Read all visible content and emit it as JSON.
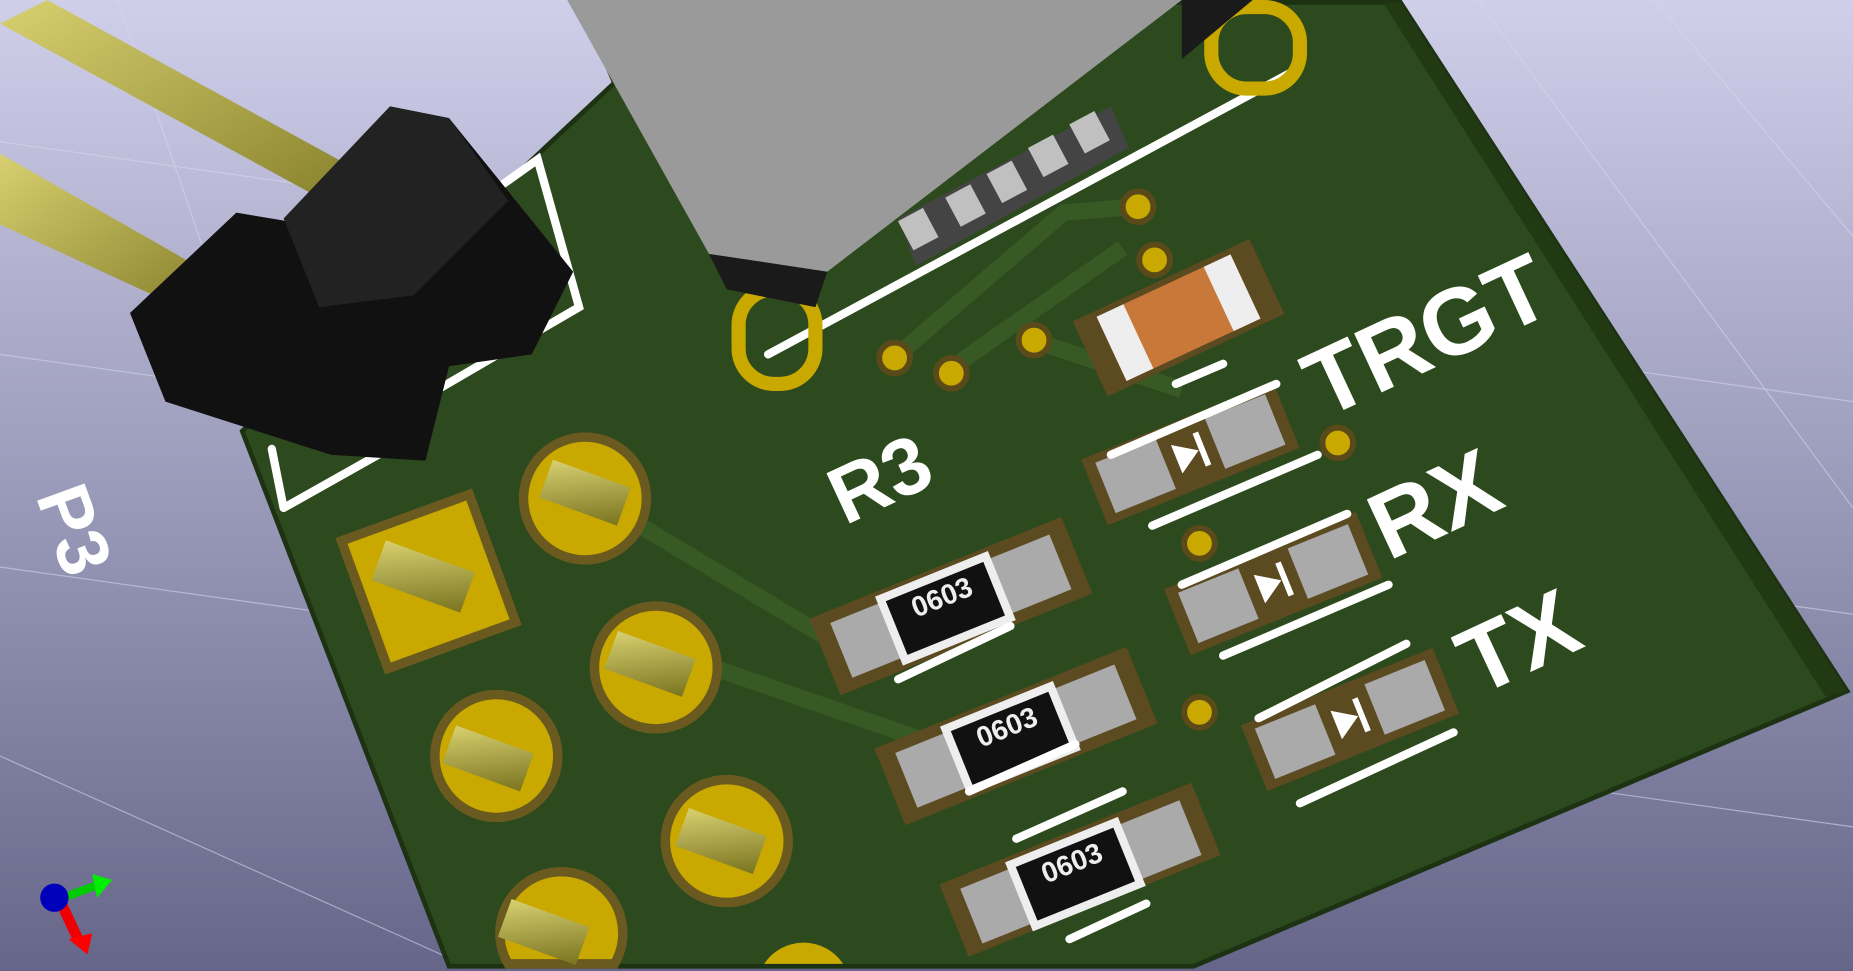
{
  "viewer": {
    "labels": {
      "connector": "P3",
      "resistor": "R3",
      "led1": "TRGT",
      "led2": "RX",
      "led3": "TX"
    },
    "package_marks": [
      "0603",
      "0603",
      "0603"
    ],
    "colors": {
      "background_top": "#c9c9e6",
      "background_bottom": "#6a6a86",
      "board": "#2f4a1e",
      "copper": "#c9a800",
      "silkscreen": "#ffffff",
      "axis_x": "#ff0000",
      "axis_y": "#00cc00",
      "axis_z": "#0000cc"
    }
  }
}
